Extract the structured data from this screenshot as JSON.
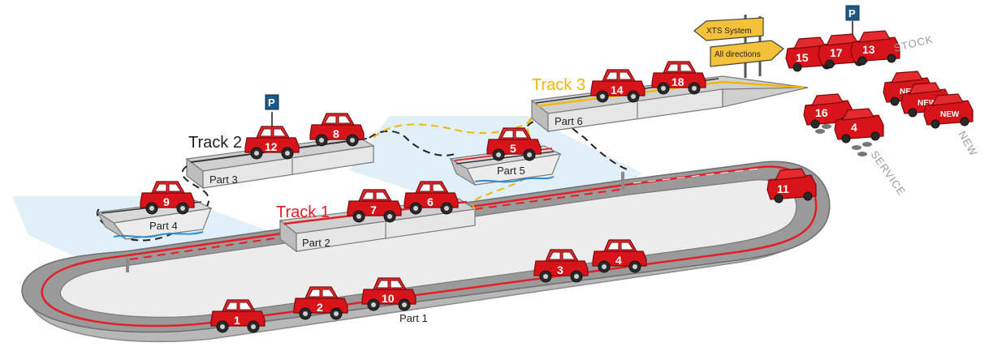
{
  "tracks": {
    "track1": "Track 1",
    "track2": "Track 2",
    "track3": "Track 3"
  },
  "parts": {
    "part1": "Part 1",
    "part2": "Part 2",
    "part3": "Part 3",
    "part4": "Part 4",
    "part5": "Part 5",
    "part6": "Part 6"
  },
  "signs": {
    "top": "XTS System",
    "bottom": "All directions",
    "parking": "P"
  },
  "zones": {
    "stock": "STOCK",
    "new": "NEW",
    "service": "SERVICE"
  },
  "cars": {
    "c1": "1",
    "c2": "2",
    "c3": "3",
    "c4": "4",
    "c5": "5",
    "c6": "6",
    "c7": "7",
    "c8": "8",
    "c9": "9",
    "c10": "10",
    "c11": "11",
    "c12": "12",
    "c13": "13",
    "c14": "14",
    "c15": "15",
    "c16": "16",
    "c17": "17",
    "c18": "18"
  },
  "new_badge": "NEW",
  "colors": {
    "car": "#d7141a",
    "track1": "#e41e26",
    "track2": "#222222",
    "track3": "#f2b705",
    "zone": "#dcecf8"
  }
}
